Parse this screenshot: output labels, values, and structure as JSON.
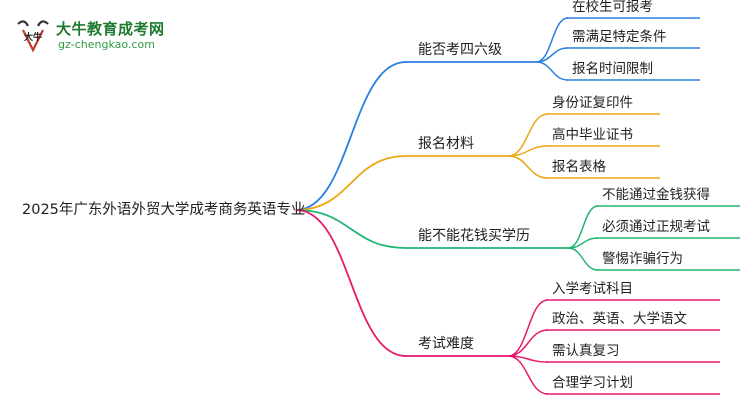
{
  "logo": {
    "title": "大牛教育成考网",
    "url": "gz-chengkao.com",
    "mark_text": "大牛",
    "mark_icon": "ox-head-logo-icon",
    "color": "#1e7a2e"
  },
  "mindmap": {
    "root": {
      "label": "2025年广东外语外贸大学成考商务英语专业"
    },
    "branches": [
      {
        "label": "能否考四六级",
        "color": "#2b7fe0",
        "children": [
          "在校生可报考",
          "需满足特定条件",
          "报名时间限制"
        ]
      },
      {
        "label": "报名材料",
        "color": "#eca714",
        "children": [
          "身份证复印件",
          "高中毕业证书",
          "报名表格"
        ]
      },
      {
        "label": "能不能花钱买学历",
        "color": "#22b573",
        "children": [
          "不能通过金钱获得",
          "必须通过正规考试",
          "警惕诈骗行为"
        ]
      },
      {
        "label": "考试难度",
        "color": "#e6186c",
        "children": [
          "入学考试科目",
          "政治、英语、大学语文",
          "需认真复习",
          "合理学习计划"
        ]
      }
    ]
  }
}
